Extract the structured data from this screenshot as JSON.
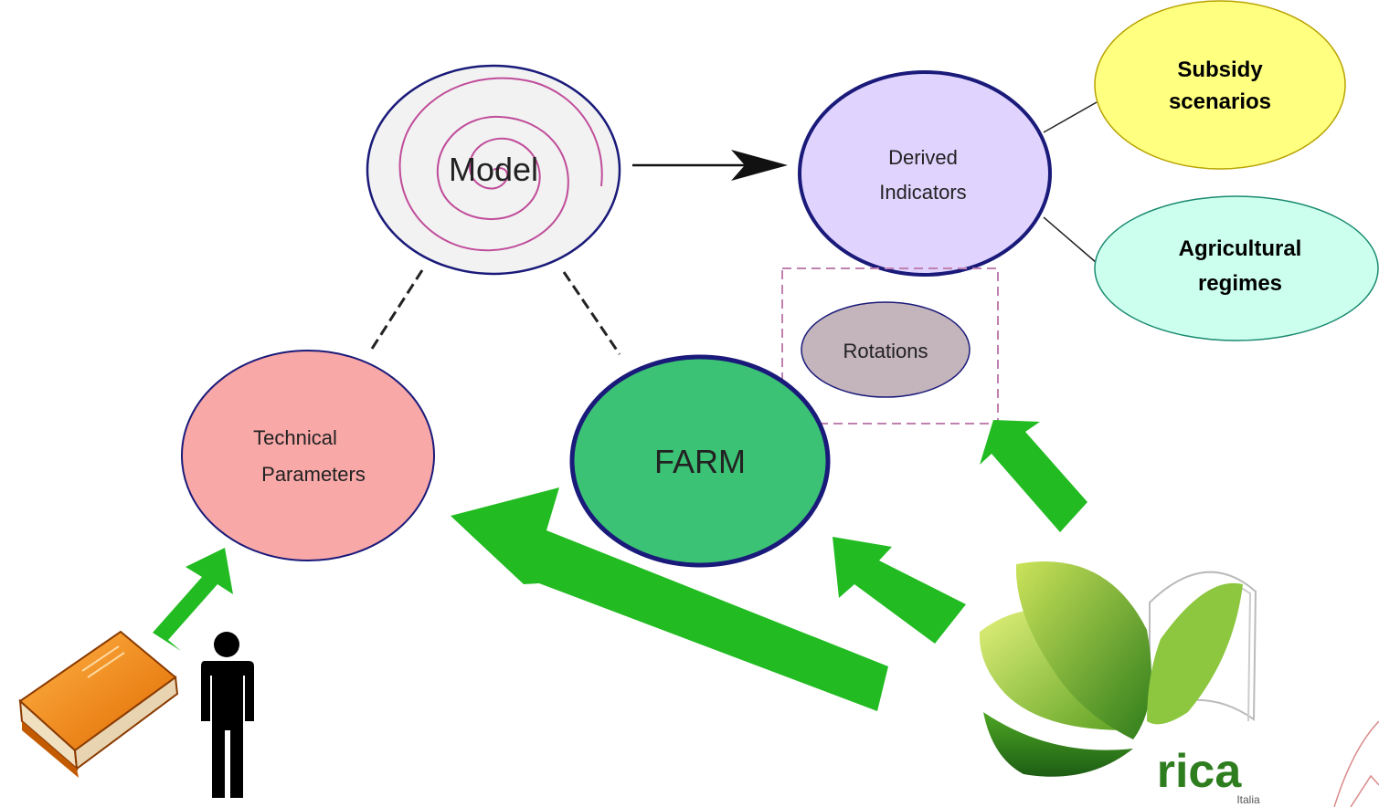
{
  "nodes": {
    "model": {
      "label": "Model"
    },
    "derived": {
      "line1": "Derived",
      "line2": "Indicators"
    },
    "subsidy": {
      "line1": "Subsidy",
      "line2": "scenarios"
    },
    "agri": {
      "line1": "Agricultural",
      "line2": "regimes"
    },
    "rotations": {
      "label": "Rotations"
    },
    "technical": {
      "line1": "Technical",
      "line2": "Parameters"
    },
    "farm": {
      "label": "FARM"
    }
  },
  "logo": {
    "text": "rica",
    "subtext": "Italia"
  },
  "icons": [
    "book-icon",
    "person-icon",
    "rica-leaf-logo"
  ],
  "colors": {
    "subsidy_fill": "#ffff80",
    "agri_fill": "#ccffee",
    "derived_fill": "#e0d4ff",
    "rotations_fill": "#c4b4bc",
    "technical_fill": "#f9a8a8",
    "farm_fill": "#3cc275",
    "arrow_green": "#22bb22",
    "ring_magenta": "#c04c9a",
    "border_navy": "#1a1a7a"
  }
}
